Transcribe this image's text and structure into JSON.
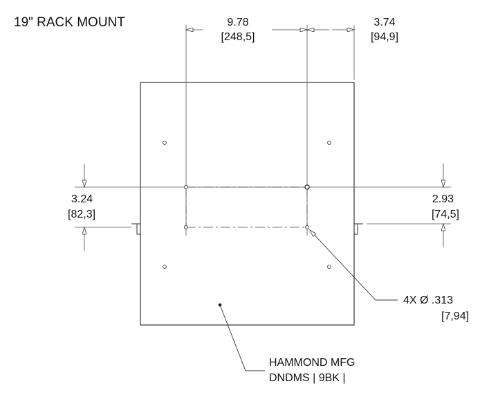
{
  "title": "19\" RACK MOUNT",
  "dimensions": {
    "hole_spacing_horizontal": {
      "inch": "9.78",
      "mm": "[248,5]"
    },
    "hole_to_right_edge": {
      "inch": "3.74",
      "mm": "[94,9]"
    },
    "hole_spacing_vertical": {
      "inch": "3.24",
      "mm": "[82,3]"
    },
    "hole_to_flange": {
      "inch": "2.93",
      "mm": "[74,5]"
    }
  },
  "hole_callout": {
    "spec": "4X  Ø .313",
    "mm": "[7,94]"
  },
  "part_label": {
    "line1": "HAMMOND MFG",
    "line2": "DNDMS | 9BK |"
  }
}
